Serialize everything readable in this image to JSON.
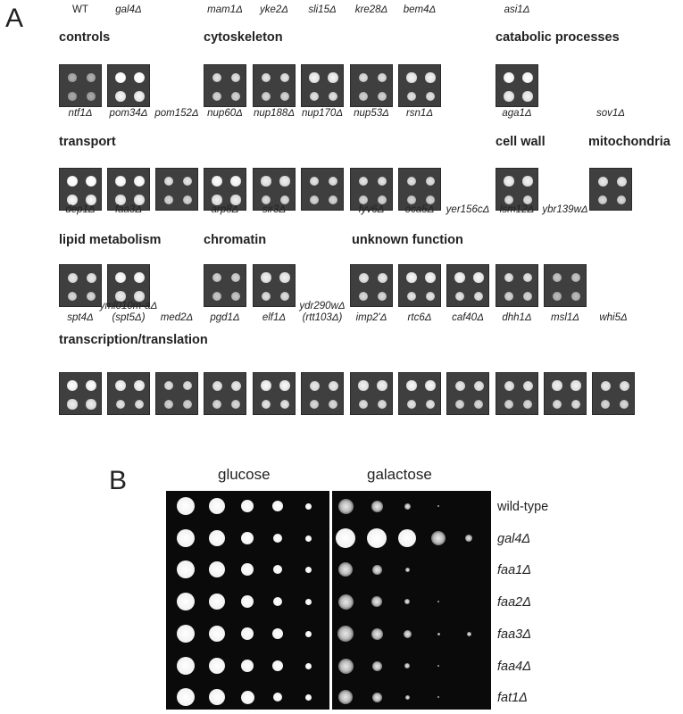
{
  "panel_a": {
    "letter": "A",
    "groups": [
      {
        "title": "controls",
        "strains": [
          "WT",
          "gal4Δ"
        ]
      },
      {
        "title": "cytoskeleton",
        "strains": [
          "mam1Δ",
          "yke2Δ",
          "sli15Δ",
          "kre28Δ",
          "bem4Δ"
        ]
      },
      {
        "title": "catabolic processes",
        "strains": [
          "asi1Δ"
        ]
      },
      {
        "title": "transport",
        "strains": [
          "ntf1Δ",
          "pom34Δ",
          "pom152Δ",
          "nup60Δ",
          "nup188Δ",
          "nup170Δ",
          "nup53Δ",
          "rsn1Δ"
        ]
      },
      {
        "title": "cell wall",
        "strains": [
          "aga1Δ"
        ]
      },
      {
        "title": "mitochondria",
        "strains": [
          "sov1Δ"
        ]
      },
      {
        "title": "lipid metabolism",
        "strains": [
          "dep1Δ",
          "faa3Δ"
        ]
      },
      {
        "title": "chromatin",
        "strains": [
          "arp8Δ",
          "sir3Δ"
        ]
      },
      {
        "title": "unknown function",
        "strains": [
          "fyv6Δ",
          "oca5Δ",
          "yer156cΔ",
          "lsm12Δ",
          "ybr139wΔ"
        ]
      },
      {
        "title": "transcription/translation",
        "strains": [
          "spt4Δ",
          "yml010m-aΔ\n(spt5Δ)",
          "med2Δ",
          "pgd1Δ",
          "elf1Δ",
          "ydr290wΔ\n(rtt103Δ)",
          "imp2'Δ",
          "rtc6Δ",
          "caf40Δ",
          "dhh1Δ",
          "msl1Δ",
          "whi5Δ"
        ]
      }
    ]
  },
  "panel_b": {
    "letter": "B",
    "conditions": [
      "glucose",
      "galactose"
    ],
    "strains": [
      "wild-type",
      "gal4Δ",
      "faa1Δ",
      "faa2Δ",
      "faa3Δ",
      "faa4Δ",
      "fat1Δ"
    ]
  }
}
